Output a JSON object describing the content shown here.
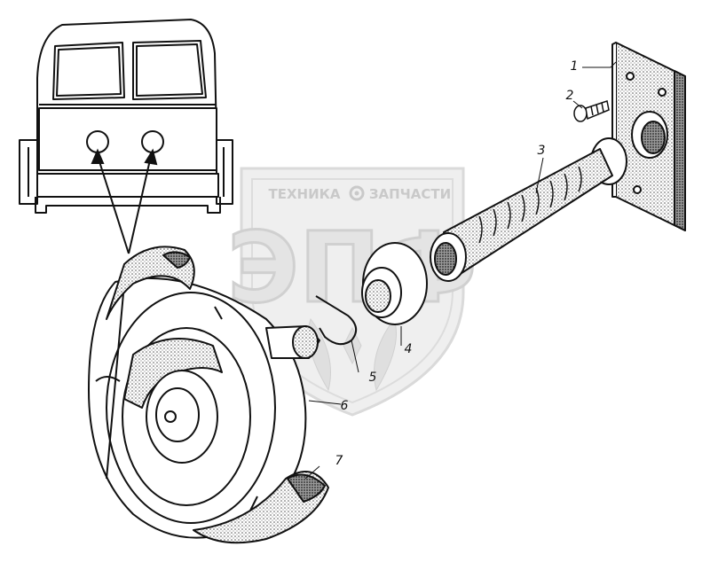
{
  "watermark": {
    "top_text_left": "ТЕХНИКА",
    "top_text_right": "ЗАПЧАСТИ",
    "logo_letters": "ЭПФ",
    "colors": {
      "fill": "#e6e6e6",
      "stroke": "#cfcfcf",
      "text": "#c4c4c4"
    }
  },
  "callouts": [
    {
      "id": "1",
      "label": "1"
    },
    {
      "id": "2",
      "label": "2"
    },
    {
      "id": "3",
      "label": "3"
    },
    {
      "id": "4",
      "label": "4"
    },
    {
      "id": "5",
      "label": "5"
    },
    {
      "id": "6",
      "label": "6"
    },
    {
      "id": "7",
      "label": "7"
    }
  ],
  "colors": {
    "line": "#111111",
    "paper": "#ffffff",
    "stipple": "#888888"
  }
}
